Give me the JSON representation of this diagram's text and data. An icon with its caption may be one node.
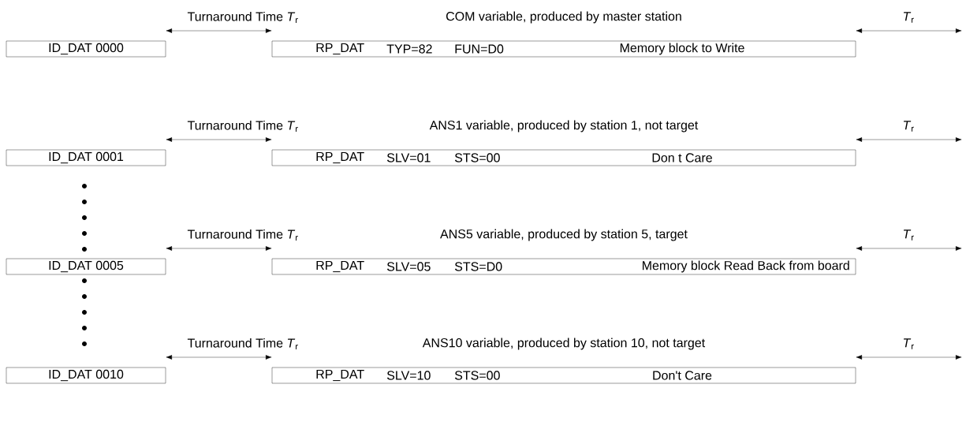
{
  "diagram": {
    "nodes": [
      {
        "text": [
          "ID_DAT 0000"
        ]
      },
      {
        "text": [
          "RP_DAT",
          "TYP=82",
          "FUN=D0",
          "Memory block to Write"
        ],
        "beside": [
          "COM variable, produced by master station"
        ]
      },
      {
        "text": [
          "ID_DAT 0001"
        ]
      },
      {
        "text": [
          "RP_DAT",
          "SLV=01",
          "STS=00",
          "Don t Care"
        ],
        "beside": [
          "ANS1 variable, produced by station 1, not target"
        ]
      },
      {
        "text": [
          "ID_DAT 0005"
        ]
      },
      {
        "text": [
          "RP_DAT",
          "SLV=05",
          "STS=D0",
          "Memory block Read Back from board"
        ],
        "beside": [
          "ANS5 variable, produced by station 5, target"
        ]
      },
      {
        "text": [
          "ID_DAT 0010"
        ]
      },
      {
        "text": [
          "RP_DAT",
          "SLV=10",
          "STS=00",
          "Don't Care"
        ],
        "beside": [
          "ANS10 variable, produced by station 10, not target"
        ]
      }
    ],
    "labels": [
      "Turnaround Time *T*$_{r}$",
      "*T*$_{r}$",
      "Turnaround Time *T*$_{r}$",
      "*T*$_{r}$",
      "Turnaround Time *T*$_{r}$",
      "*T*$_{r}$",
      "Turnaround Time *T*$_{r}$",
      "*T*$_{r}$"
    ]
  }
}
